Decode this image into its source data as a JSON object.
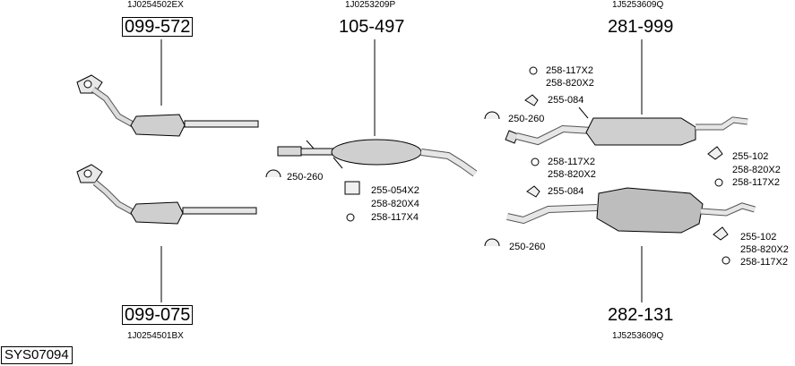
{
  "oem": {
    "front_top": "1J0254502EX",
    "middle": "1J0253209P",
    "rear_top": "1J5253609Q",
    "front_bottom": "1J0254501BX",
    "rear_bottom": "1J5253609Q"
  },
  "parts": {
    "front_top": "099-572",
    "middle": "105-497",
    "rear_top": "281-999",
    "front_bottom": "099-075",
    "rear_bottom": "282-131"
  },
  "refs": {
    "mid_hanger": "250-260",
    "mid_clamp": "255-054X2",
    "mid_bolt": "258-820X4",
    "mid_ring": "258-117X4",
    "rt_ring": "258-117X2",
    "rt_bolt": "258-820X2",
    "rt_bracket": "255-084",
    "rt_hanger": "250-260",
    "rt_ring2": "258-117X2",
    "rt_bolt2": "258-820X2",
    "rt_bracket2": "255-084",
    "rt_tail_bracket": "255-102",
    "rt_tail_bolt": "258-820X2",
    "rt_tail_ring": "258-117X2",
    "rb_hanger": "250-260",
    "rb_tail_bracket": "255-102",
    "rb_tail_bolt": "258-820X2",
    "rb_tail_ring": "258-117X2"
  },
  "system_code": "SYS07094"
}
